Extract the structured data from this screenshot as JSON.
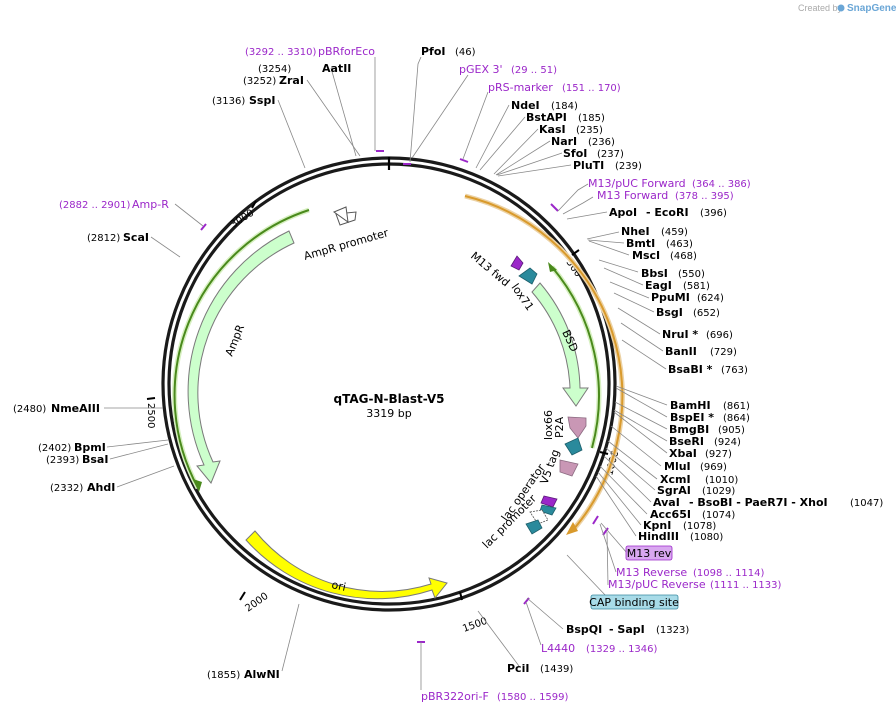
{
  "watermark": {
    "created_by": "Created by",
    "brand": "SnapGene"
  },
  "plasmid": {
    "name": "qTAG-N-Blast-V5",
    "length_label": "3319 bp"
  },
  "ticks": [
    "500",
    "1000",
    "1500",
    "2000",
    "2500",
    "3000"
  ],
  "features": {
    "BSD": "BSD",
    "AmpR": "AmpR",
    "AmpR_promoter": "AmpR promoter",
    "ori": "ori",
    "lox71": "lox71",
    "lox66": "lox66",
    "P2A": "P2A",
    "V5_tag": "V5 tag",
    "lac_operator": "lac operator",
    "lac_promoter": "lac promoter",
    "M13_fwd": "M13 fwd",
    "CAP": "CAP binding site",
    "M13_rev_box": "M13 rev"
  },
  "primers": [
    {
      "range": "(3292 .. 3310)",
      "name": "pBRforEco"
    },
    {
      "name": "pGEX 3'",
      "range": "(29 .. 51)"
    },
    {
      "name": "pRS-marker",
      "range": "(151 .. 170)"
    },
    {
      "name": "M13/pUC Forward",
      "range": "(364 .. 386)"
    },
    {
      "name": "M13 Forward",
      "range": "(378 .. 395)"
    },
    {
      "range": "(2882 .. 2901)",
      "name": "Amp-R"
    },
    {
      "name": "M13 Reverse",
      "range": "(1098 .. 1114)"
    },
    {
      "name": "M13/pUC Reverse",
      "range": "(1111 .. 1133)"
    },
    {
      "name": "L4440",
      "range": "(1329 .. 1346)"
    },
    {
      "name": "pBR322ori-F",
      "range": "(1580 .. 1599)"
    }
  ],
  "sites_left": [
    {
      "pos": "(3254)",
      "name": "AatII"
    },
    {
      "pos": "(3252)",
      "name": "ZraI"
    },
    {
      "pos": "(3136)",
      "name": "SspI"
    },
    {
      "pos": "(2812)",
      "name": "ScaI"
    },
    {
      "pos": "(2480)",
      "name": "NmeAIII"
    },
    {
      "pos": "(2402)",
      "name": "BpmI"
    },
    {
      "pos": "(2393)",
      "name": "BsaI"
    },
    {
      "pos": "(2332)",
      "name": "AhdI"
    },
    {
      "pos": "(1855)",
      "name": "AlwNI"
    }
  ],
  "sites_right": [
    {
      "name": "PfoI",
      "pos": "(46)"
    },
    {
      "name": "NdeI",
      "pos": "(184)"
    },
    {
      "name": "BstAPI",
      "pos": "(185)"
    },
    {
      "name": "KasI",
      "pos": "(235)"
    },
    {
      "name": "NarI",
      "pos": "(236)"
    },
    {
      "name": "SfoI",
      "pos": "(237)"
    },
    {
      "name": "PluTI",
      "pos": "(239)"
    },
    {
      "name": "ApoI",
      "extra": "- EcoRI",
      "pos": "(396)"
    },
    {
      "name": "NheI",
      "pos": "(459)"
    },
    {
      "name": "BmtI",
      "pos": "(463)"
    },
    {
      "name": "MscI",
      "pos": "(468)"
    },
    {
      "name": "BbsI",
      "pos": "(550)"
    },
    {
      "name": "EagI",
      "pos": "(581)"
    },
    {
      "name": "PpuMI",
      "pos": "(624)"
    },
    {
      "name": "BsgI",
      "pos": "(652)"
    },
    {
      "name": "NruI *",
      "pos": "(696)"
    },
    {
      "name": "BanII",
      "pos": "(729)"
    },
    {
      "name": "BsaBI *",
      "pos": "(763)"
    },
    {
      "name": "BamHI",
      "pos": "(861)"
    },
    {
      "name": "BspEI *",
      "pos": "(864)"
    },
    {
      "name": "BmgBI",
      "pos": "(905)"
    },
    {
      "name": "BseRI",
      "pos": "(924)"
    },
    {
      "name": "XbaI",
      "pos": "(927)"
    },
    {
      "name": "MluI",
      "pos": "(969)"
    },
    {
      "name": "XcmI",
      "pos": "(1010)"
    },
    {
      "name": "SgrAI",
      "pos": "(1029)"
    },
    {
      "name": "AvaI",
      "extra": "- BsoBI   - PaeR7I   - XhoI",
      "pos": "(1047)"
    },
    {
      "name": "Acc65I",
      "pos": "(1074)"
    },
    {
      "name": "KpnI",
      "pos": "(1078)"
    },
    {
      "name": "HindIII",
      "pos": "(1080)"
    },
    {
      "name": "BspQI",
      "extra": "- SapI",
      "pos": "(1323)"
    },
    {
      "name": "PciI",
      "pos": "(1439)"
    }
  ],
  "colors": {
    "backbone": "#1a1a1a",
    "feature_fill": "#ccffcc",
    "feature_stroke": "#7a7a7a",
    "ori_fill": "#ffff00",
    "primer": "#9b27c9",
    "orf_orange": "#d99a2c",
    "orf_green": "#4a8a1c",
    "teal": "#2a8a9c",
    "pink": "#c997b5"
  }
}
